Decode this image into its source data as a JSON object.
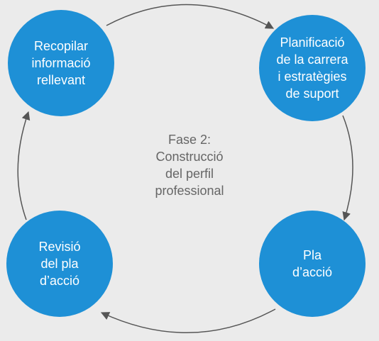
{
  "center_label": "Fase 2:\nConstrucció\ndel perfil\nprofessional",
  "nodes": [
    {
      "label": "Recopilar\ninformació\nrellevant"
    },
    {
      "label": "Planificació\nde la carrera\ni estratègies\nde suport"
    },
    {
      "label": "Pla\nd’acció"
    },
    {
      "label": "Revisió\ndel pla\nd’acció"
    }
  ],
  "colors": {
    "node_fill": "#1e90d6",
    "node_text": "#ffffff",
    "connector": "#555555",
    "background": "#ebebeb",
    "center_text": "#666666"
  }
}
